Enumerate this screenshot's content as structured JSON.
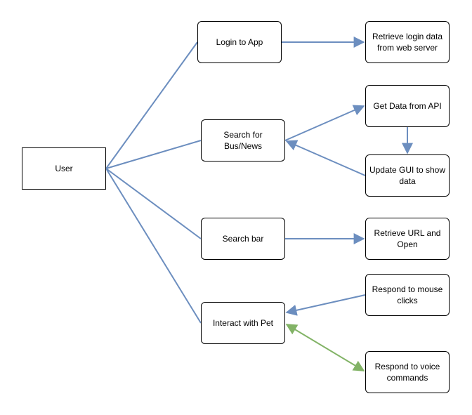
{
  "colors": {
    "blue_edge": "#6c8ebf",
    "green_edge": "#82b366",
    "border": "#000000"
  },
  "nodes": {
    "user": "User",
    "login": "Login to App",
    "retrieve_login": "Retrieve login data from web server",
    "search_bus": "Search for Bus/News",
    "get_data": "Get Data from API",
    "update_gui": "Update GUI to show data",
    "search_bar": "Search bar",
    "retrieve_url": "Retrieve URL and Open",
    "interact_pet": "Interact with Pet",
    "respond_mouse": "Respond to mouse clicks",
    "respond_voice": "Respond to voice commands"
  }
}
